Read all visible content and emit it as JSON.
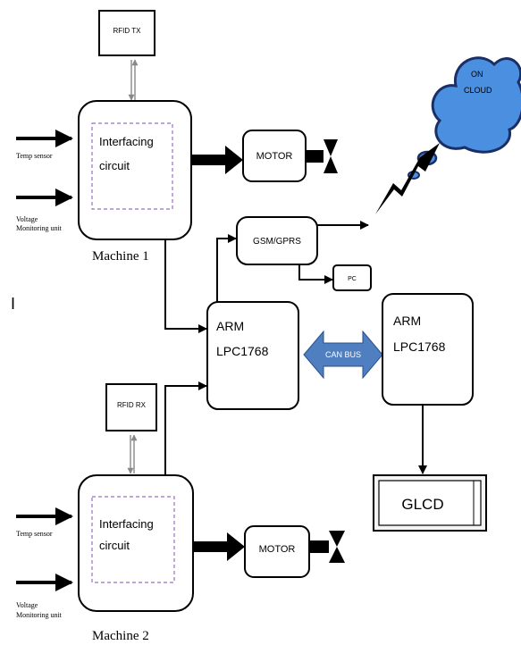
{
  "labels": {
    "rfid_tx": "RFID TX",
    "rfid_rx": "RFID RX",
    "interfacing_1": "Interfacing",
    "circuit_1": "circuit",
    "interfacing_2": "Interfacing",
    "circuit_2": "circuit",
    "temp_sensor_1": "Temp sensor",
    "temp_sensor_2": "Temp sensor",
    "voltage_1": "Voltage",
    "monitoring_1": "Monitoring unit",
    "voltage_2": "Voltage",
    "monitoring_2": "Monitoring unit",
    "machine_1": "Machine 1",
    "machine_2": "Machine 2",
    "motor_1": "MOTOR",
    "motor_2": "MOTOR",
    "cloud_line1": "ON",
    "cloud_line2": "CLOUD",
    "gsm": "GSM/GPRS",
    "pc": "PC",
    "arm_1_line1": "ARM",
    "arm_1_line2": "LPC1768",
    "arm_2_line1": "ARM",
    "arm_2_line2": "LPC1768",
    "can_bus": "CAN BUS",
    "glcd": "GLCD",
    "margin_mark": "I"
  },
  "colors": {
    "line": "#000000",
    "cloud_fill": "#4a8fe0",
    "can_bus_fill": "#4f7fc0",
    "dashed_box": "#9b6fc7",
    "glcd_fill": "#f4f4f4"
  }
}
